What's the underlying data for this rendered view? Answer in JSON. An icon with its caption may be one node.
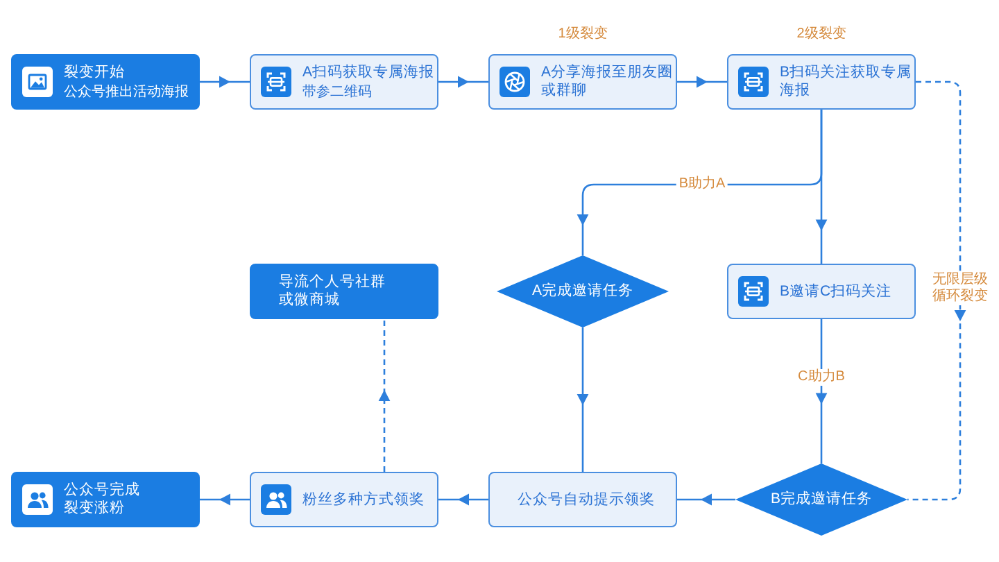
{
  "diagram": {
    "nodes": [
      {
        "text": [
          "裂变开始",
          "公众号推出活动海报"
        ]
      },
      {
        "text": [
          "A扫码获取专属海报",
          "带参二维码"
        ]
      },
      {
        "text": [
          "A分享海报至朋友圈或群聊"
        ],
        "beside": [
          "1级裂变"
        ]
      },
      {
        "text": [
          "B扫码关注获取专属海报"
        ],
        "beside": [
          "2级裂变"
        ]
      },
      {
        "text": [
          "A完成邀请任务"
        ]
      },
      {
        "text": [
          "B邀请C扫码关注"
        ]
      },
      {
        "text": [
          "导流个人号社群或微商城"
        ]
      },
      {
        "text": [
          "公众号自动提示领奖"
        ]
      },
      {
        "text": [
          "B完成邀请任务"
        ]
      },
      {
        "text": [
          "粉丝多种方式领奖"
        ]
      },
      {
        "text": [
          "公众号完成裂变涨粉"
        ]
      }
    ],
    "edges": [
      {
        "from": 0,
        "to": 1,
        "arrow": "to"
      },
      {
        "from": 1,
        "to": 2,
        "arrow": "to"
      },
      {
        "from": 2,
        "to": 3,
        "arrow": "to"
      },
      {
        "from": 3,
        "to": 4,
        "arrow": "to",
        "label": "B助力A"
      },
      {
        "from": 3,
        "to": 5,
        "arrow": "to"
      },
      {
        "from": 3,
        "to": 8,
        "arrow": "to",
        "label": "无限层级循环裂变",
        "style": "dashed"
      },
      {
        "from": 4,
        "to": 7,
        "arrow": "to"
      },
      {
        "from": 5,
        "to": 8,
        "arrow": "to",
        "label": "C助力B"
      },
      {
        "from": 8,
        "to": 7,
        "arrow": "to"
      },
      {
        "from": 7,
        "to": 9,
        "arrow": "to"
      },
      {
        "from": 9,
        "to": 10,
        "arrow": "to"
      },
      {
        "from": 9,
        "to": 6,
        "arrow": "to",
        "style": "dashed"
      }
    ]
  }
}
